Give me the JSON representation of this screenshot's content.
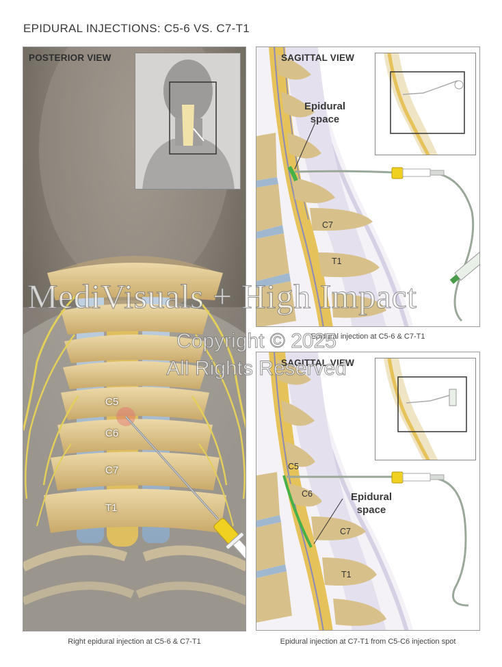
{
  "title": "EPIDURAL INJECTIONS: C5-6 VS. C7-T1",
  "posterior": {
    "label": "POSTERIOR VIEW",
    "vertebrae": [
      "C5",
      "C6",
      "C7",
      "T1"
    ],
    "caption": "Right epidural injection at C5-6 & C7-T1"
  },
  "sagittal_top": {
    "label": "SAGITTAL VIEW",
    "annotation_line1": "Epidural",
    "annotation_line2": "space",
    "vertebrae": [
      "C7",
      "T1"
    ],
    "caption": "Epidural injection at C5-6 & C7-T1"
  },
  "sagittal_bottom": {
    "label": "SAGITTAL VIEW",
    "annotation_line1": "Epidural",
    "annotation_line2": "space",
    "vertebrae": [
      "C5",
      "C6",
      "C7",
      "T1"
    ],
    "caption": "Epidural injection at C7-T1 from C5-C6 injection spot"
  },
  "watermark": {
    "brand": "MediVisuals + High Impact",
    "copyright": "Copyright © 2025",
    "rights": "All Rights Reserved"
  },
  "colors": {
    "bone": "#d8c08a",
    "disc": "#9fb8d0",
    "nerve": "#e3cf5a",
    "spinal_cord": "#e6c25a",
    "needle_hub": "#f0d020",
    "epidural_highlight": "#48b048"
  }
}
